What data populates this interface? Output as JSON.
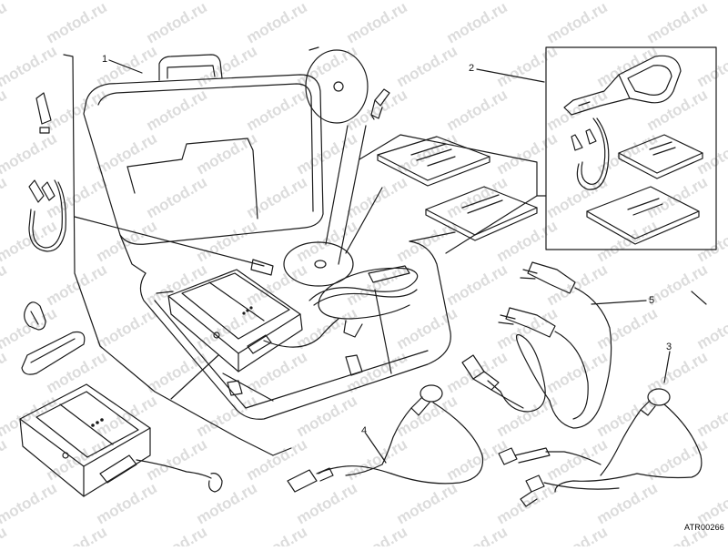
{
  "watermark": {
    "text": "motod.ru",
    "color": "#d4d4d4"
  },
  "callouts": [
    {
      "id": "1",
      "label": "1"
    },
    {
      "id": "2",
      "label": "2"
    },
    {
      "id": "3",
      "label": "3"
    },
    {
      "id": "4",
      "label": "4"
    },
    {
      "id": "5",
      "label": "5"
    }
  ],
  "figure_code": "ATR00266",
  "line_color": "#1a1a1a"
}
